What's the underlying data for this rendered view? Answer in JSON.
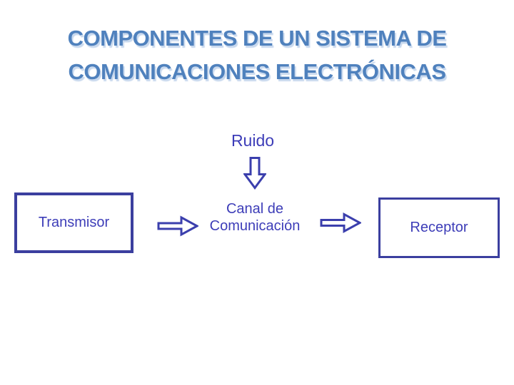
{
  "title": {
    "line1": "COMPONENTES DE UN SISTEMA DE",
    "line2": "COMUNICACIONES ELECTRÓNICAS"
  },
  "diagram": {
    "noise_label": "Ruido",
    "transmitter_label": "Transmisor",
    "channel_label_line1": "Canal de",
    "channel_label_line2": "Comunicación",
    "receiver_label": "Receptor",
    "icons": {
      "noise_arrow": "down-block-arrow",
      "flow_arrow_1": "right-block-arrow",
      "flow_arrow_2": "right-block-arrow"
    }
  },
  "colors": {
    "title-blue": "#4f81bd",
    "title-shadow": "#c9d9ee",
    "diagram-text": "#3d3db8",
    "box-border": "#3b3f9f",
    "arrow-stroke": "#3b3fad",
    "background": "#ffffff"
  }
}
